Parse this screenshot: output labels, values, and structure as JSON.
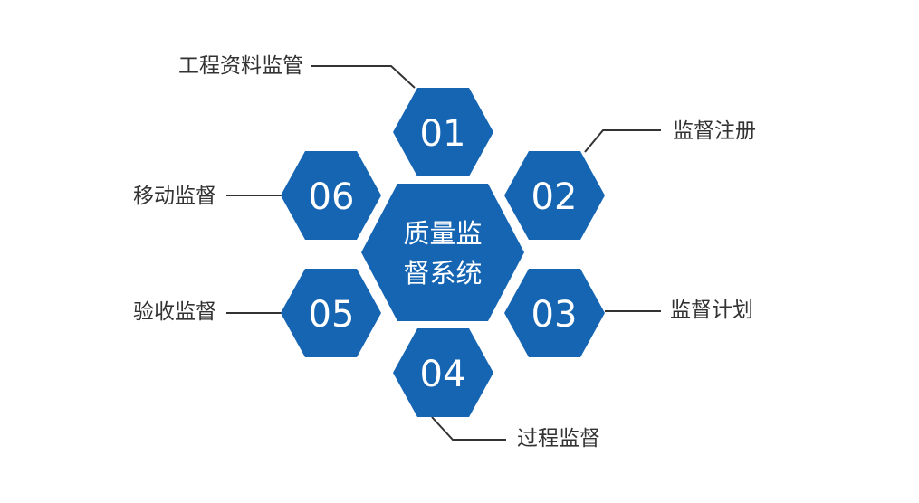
{
  "colors": {
    "hex_fill": "#1565b3",
    "hex_text": "#ffffff",
    "label_text": "#333333",
    "line": "#333333"
  },
  "center": {
    "line1": "质量监",
    "line2": "督系统"
  },
  "items": [
    {
      "number": "01",
      "label": "工程资料监管"
    },
    {
      "number": "02",
      "label": "监督注册"
    },
    {
      "number": "03",
      "label": "监督计划"
    },
    {
      "number": "04",
      "label": "过程监督"
    },
    {
      "number": "05",
      "label": "验收监督"
    },
    {
      "number": "06",
      "label": "移动监督"
    }
  ]
}
